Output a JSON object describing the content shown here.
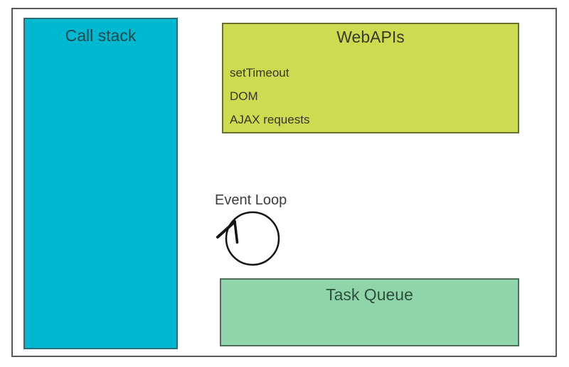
{
  "boxes": {
    "call_stack": {
      "title": "Call stack",
      "fill": "#00b8cf"
    },
    "web_apis": {
      "title": "WebAPIs",
      "fill": "#ccdb4f",
      "items": [
        "setTimeout",
        "DOM",
        "AJAX requests"
      ]
    },
    "task_queue": {
      "title": "Task Queue",
      "fill": "#90d5aa"
    }
  },
  "event_loop": {
    "label": "Event Loop",
    "icon": "circular-loop-arrow"
  },
  "colors": {
    "frame_border": "#58595b",
    "call_stack_border": "#2b6f7a",
    "web_apis_border": "#6a7030",
    "task_queue_border": "#4f6f5b",
    "text_dark": "#343822",
    "loop_stroke": "#141414"
  }
}
